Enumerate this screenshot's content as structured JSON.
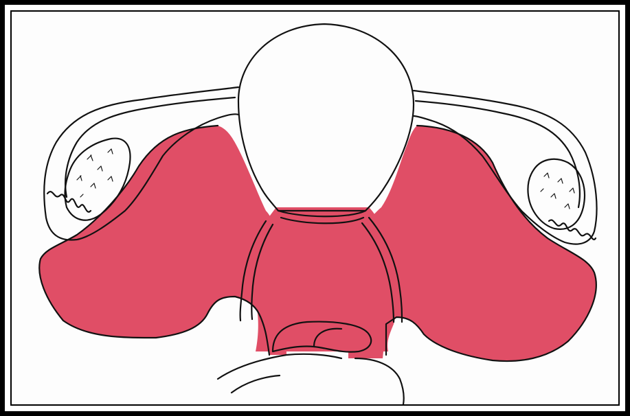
{
  "figure": {
    "description_labels": [],
    "colors": {
      "shaded_region": "#e04e66",
      "outline": "#111111",
      "paper": "#fdfdfd",
      "frame": "#000000"
    },
    "icons": [
      "uterus-outline",
      "fallopian-tube-left",
      "fallopian-tube-right",
      "ovary-left",
      "ovary-right",
      "broad-ligament-shaded",
      "cervix",
      "vaginal-vault"
    ]
  }
}
